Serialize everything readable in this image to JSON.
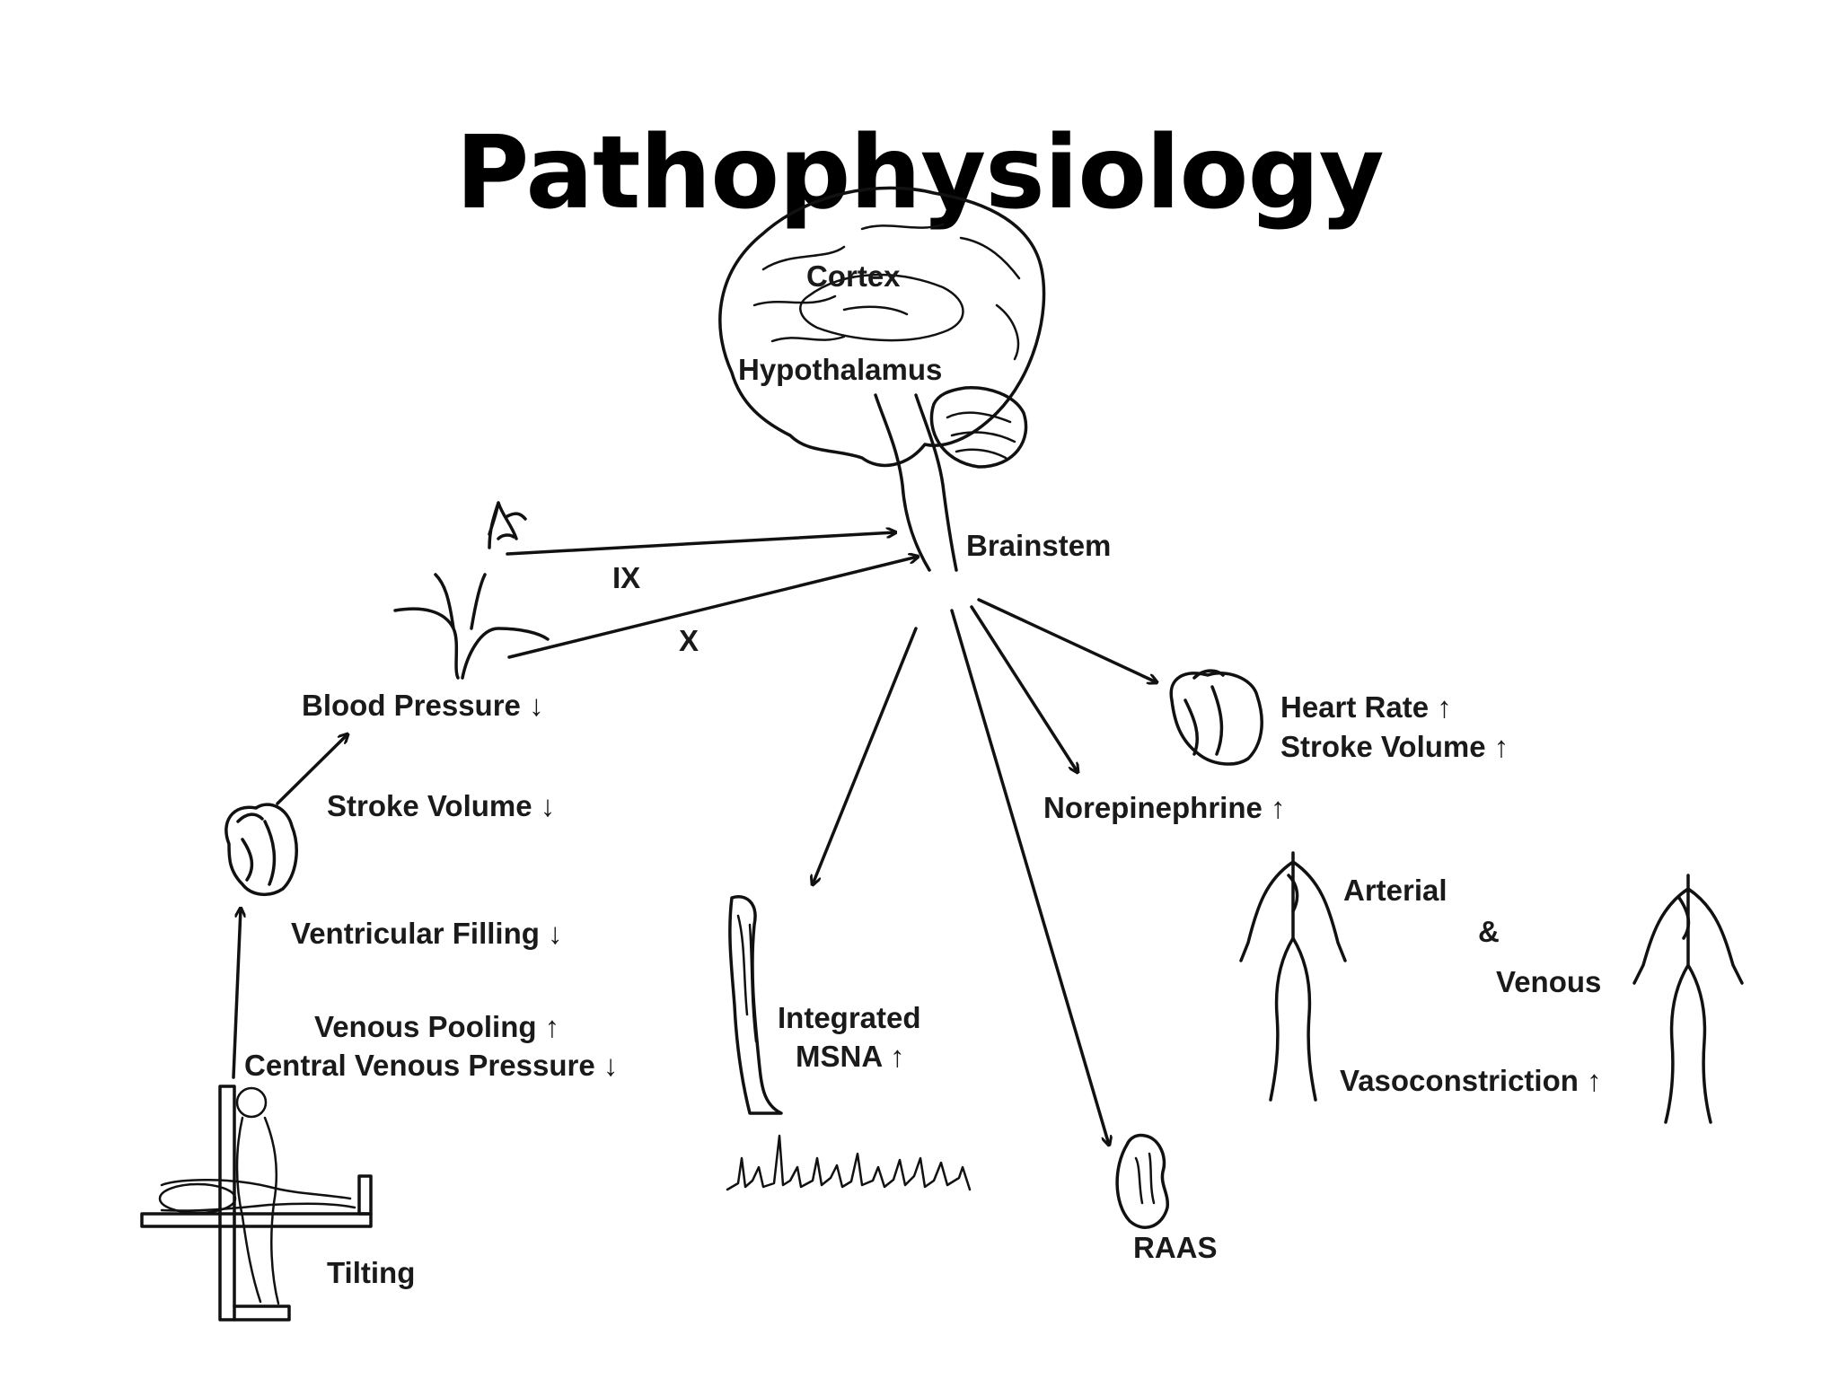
{
  "title": "Pathophysiology",
  "labels": {
    "cortex": "Cortex",
    "hypothalamus": "Hypothalamus",
    "brainstem": "Brainstem",
    "nerve_ix": "IX",
    "nerve_x": "X",
    "blood_pressure": "Blood Pressure ↓",
    "stroke_volume_down": "Stroke Volume ↓",
    "ventricular_filling": "Ventricular Filling ↓",
    "venous_pooling": "Venous Pooling ↑",
    "central_venous_pressure": "Central Venous Pressure ↓",
    "tilting": "Tilting",
    "integrated": "Integrated",
    "msna": "MSNA ↑",
    "raas": "RAAS",
    "heart_rate": "Heart Rate ↑",
    "stroke_volume_up": "Stroke Volume ↑",
    "norepinephrine": "Norepinephrine ↑",
    "arterial": "Arterial",
    "ampersand": "&",
    "venous": "Venous",
    "vasoconstriction": "Vasoconstriction ↑"
  }
}
